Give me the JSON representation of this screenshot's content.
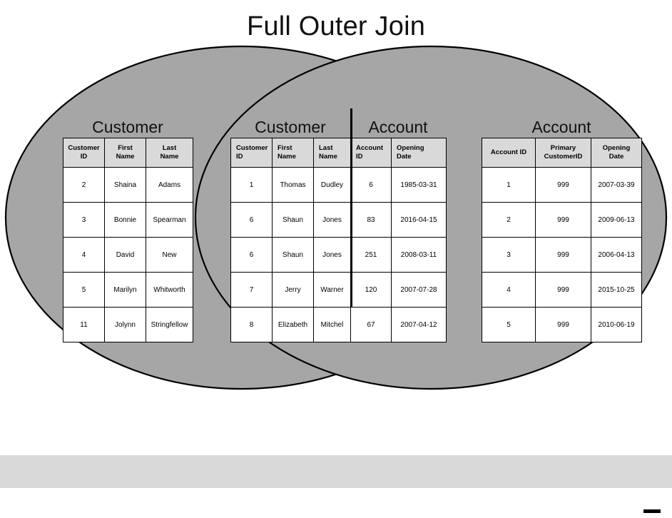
{
  "slide": {
    "title": "Full Outer Join",
    "colors": {
      "ellipse_fill": "#a6a6a6",
      "ellipse_stroke": "#000000",
      "header_fill": "#d9d9d9",
      "footer_band": "#d9d9d9",
      "text": "#000000"
    }
  },
  "left_table": {
    "caption": "Customer",
    "headers": [
      "Customer\nID",
      "First\nName",
      "Last\nName"
    ],
    "headers_display": [
      "Customer ID",
      "First Name",
      "Last Name"
    ],
    "rows": [
      [
        "2",
        "Shaina",
        "Adams"
      ],
      [
        "3",
        "Bonnie",
        "Spearman"
      ],
      [
        "4",
        "David",
        "New"
      ],
      [
        "5",
        "Marilyn",
        "Whitworth"
      ],
      [
        "11",
        "Jolynn",
        "Stringfellow"
      ]
    ]
  },
  "centre_table": {
    "caption_left": "Customer",
    "caption_right": "Account",
    "headers": [
      "Customer ID",
      "First Name",
      "Last Name",
      "Account ID",
      "Opening Date"
    ],
    "rows": [
      [
        "1",
        "Thomas",
        "Dudley",
        "6",
        "1985-03-31"
      ],
      [
        "6",
        "Shaun",
        "Jones",
        "83",
        "2016-04-15"
      ],
      [
        "6",
        "Shaun",
        "Jones",
        "251",
        "2008-03-11"
      ],
      [
        "7",
        "Jerry",
        "Warner",
        "120",
        "2007-07-28"
      ],
      [
        "8",
        "Elizabeth",
        "Mitchel",
        "67",
        "2007-04-12"
      ]
    ]
  },
  "right_table": {
    "caption": "Account",
    "headers": [
      "Account ID",
      "Primary CustomerID",
      "Opening Date"
    ],
    "rows": [
      [
        "1",
        "999",
        "2007-03-39"
      ],
      [
        "2",
        "999",
        "2009-06-13"
      ],
      [
        "3",
        "999",
        "2006-04-13"
      ],
      [
        "4",
        "999",
        "2015-10-25"
      ],
      [
        "5",
        "999",
        "2010-06-19"
      ]
    ]
  }
}
